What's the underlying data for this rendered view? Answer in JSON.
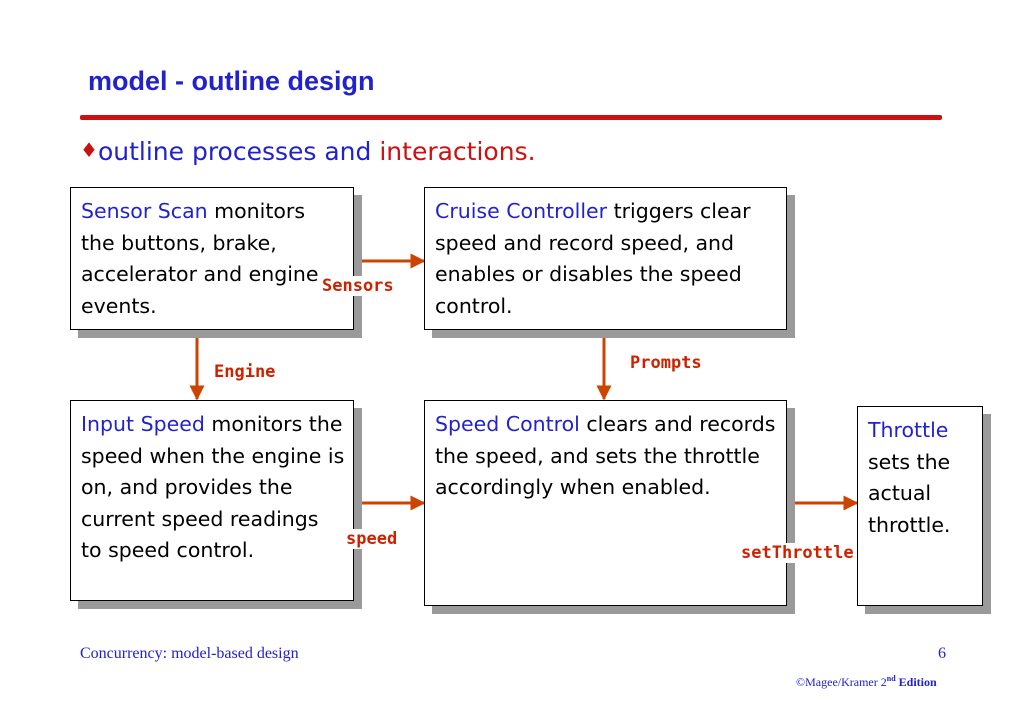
{
  "title": "model - outline design",
  "bullet": {
    "prefix": "outline processes and ",
    "highlight": "interactions",
    "suffix": "."
  },
  "boxes": {
    "sensor_scan": {
      "name": "Sensor Scan",
      "text": " monitors the buttons, brake, accelerator and engine events."
    },
    "cruise_controller": {
      "name": "Cruise Controller",
      "text": " triggers clear speed and record speed, and enables or disables the speed control."
    },
    "input_speed": {
      "name": "Input Speed",
      "text": " monitors the speed when the engine is on, and provides the current speed readings to speed control."
    },
    "speed_control": {
      "name": "Speed Control",
      "text": " clears and records the speed, and sets the throttle accordingly when enabled."
    },
    "throttle": {
      "name": "Throttle",
      "text": " sets the actual throttle."
    }
  },
  "labels": {
    "sensors": "Sensors",
    "engine": "Engine",
    "prompts": "Prompts",
    "speed": "speed",
    "set_throttle": "setThrottle"
  },
  "footer": {
    "left": "Concurrency: model-based design",
    "page": "6",
    "copyright": "©Magee/Kramer 2",
    "edition_sup": "nd",
    "edition": " Edition"
  },
  "colors": {
    "accent_blue": "#2222cc",
    "accent_red": "#cc1111",
    "arrow": "#cc4400"
  }
}
